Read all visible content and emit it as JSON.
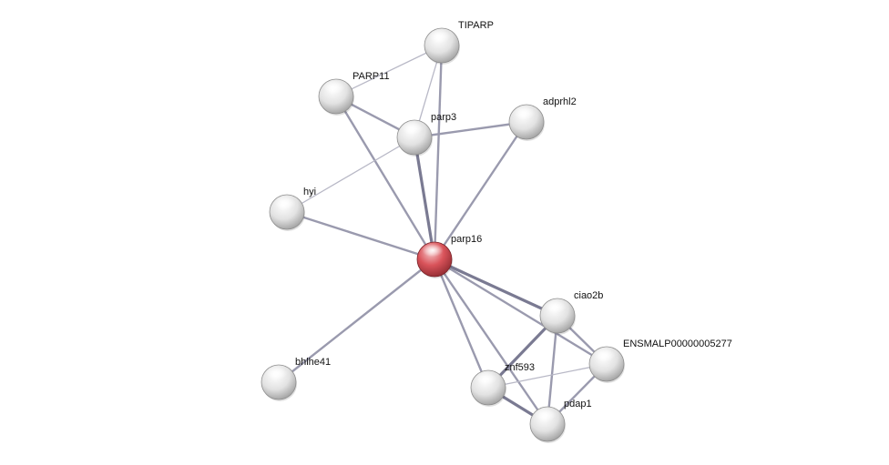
{
  "network": {
    "colors": {
      "focus_node": "#d9535a",
      "node": "#e6e6e6",
      "edge": "#8a8aa0"
    },
    "nodes": [
      {
        "id": "TIPARP",
        "label": "TIPARP",
        "focus": false
      },
      {
        "id": "PARP11",
        "label": "PARP11",
        "focus": false
      },
      {
        "id": "parp3",
        "label": "parp3",
        "focus": false
      },
      {
        "id": "adprhl2",
        "label": "adprhl2",
        "focus": false
      },
      {
        "id": "hyi",
        "label": "hyi",
        "focus": false
      },
      {
        "id": "parp16",
        "label": "parp16",
        "focus": true
      },
      {
        "id": "ciao2b",
        "label": "ciao2b",
        "focus": false
      },
      {
        "id": "ENSMALP00000005277",
        "label": "ENSMALP00000005277",
        "focus": false
      },
      {
        "id": "znf593",
        "label": "znf593",
        "focus": false
      },
      {
        "id": "pdap1",
        "label": "pdap1",
        "focus": false
      },
      {
        "id": "bhlhe41",
        "label": "bhlhe41",
        "focus": false
      }
    ],
    "edges": [
      {
        "source": "PARP11",
        "target": "TIPARP",
        "strength": "weak"
      },
      {
        "source": "PARP11",
        "target": "parp3",
        "strength": "medium"
      },
      {
        "source": "PARP11",
        "target": "parp16",
        "strength": "medium"
      },
      {
        "source": "TIPARP",
        "target": "parp3",
        "strength": "weak"
      },
      {
        "source": "TIPARP",
        "target": "parp16",
        "strength": "medium"
      },
      {
        "source": "parp3",
        "target": "adprhl2",
        "strength": "medium"
      },
      {
        "source": "parp3",
        "target": "parp16",
        "strength": "strong"
      },
      {
        "source": "parp3",
        "target": "hyi",
        "strength": "weak"
      },
      {
        "source": "adprhl2",
        "target": "parp16",
        "strength": "medium"
      },
      {
        "source": "hyi",
        "target": "parp16",
        "strength": "medium"
      },
      {
        "source": "parp16",
        "target": "bhlhe41",
        "strength": "medium"
      },
      {
        "source": "parp16",
        "target": "ciao2b",
        "strength": "strong"
      },
      {
        "source": "parp16",
        "target": "ENSMALP00000005277",
        "strength": "medium"
      },
      {
        "source": "parp16",
        "target": "znf593",
        "strength": "medium"
      },
      {
        "source": "parp16",
        "target": "pdap1",
        "strength": "medium"
      },
      {
        "source": "ciao2b",
        "target": "ENSMALP00000005277",
        "strength": "medium"
      },
      {
        "source": "ciao2b",
        "target": "znf593",
        "strength": "strong"
      },
      {
        "source": "ciao2b",
        "target": "pdap1",
        "strength": "medium"
      },
      {
        "source": "znf593",
        "target": "ENSMALP00000005277",
        "strength": "weak"
      },
      {
        "source": "znf593",
        "target": "pdap1",
        "strength": "strong"
      },
      {
        "source": "pdap1",
        "target": "ENSMALP00000005277",
        "strength": "medium"
      }
    ]
  }
}
